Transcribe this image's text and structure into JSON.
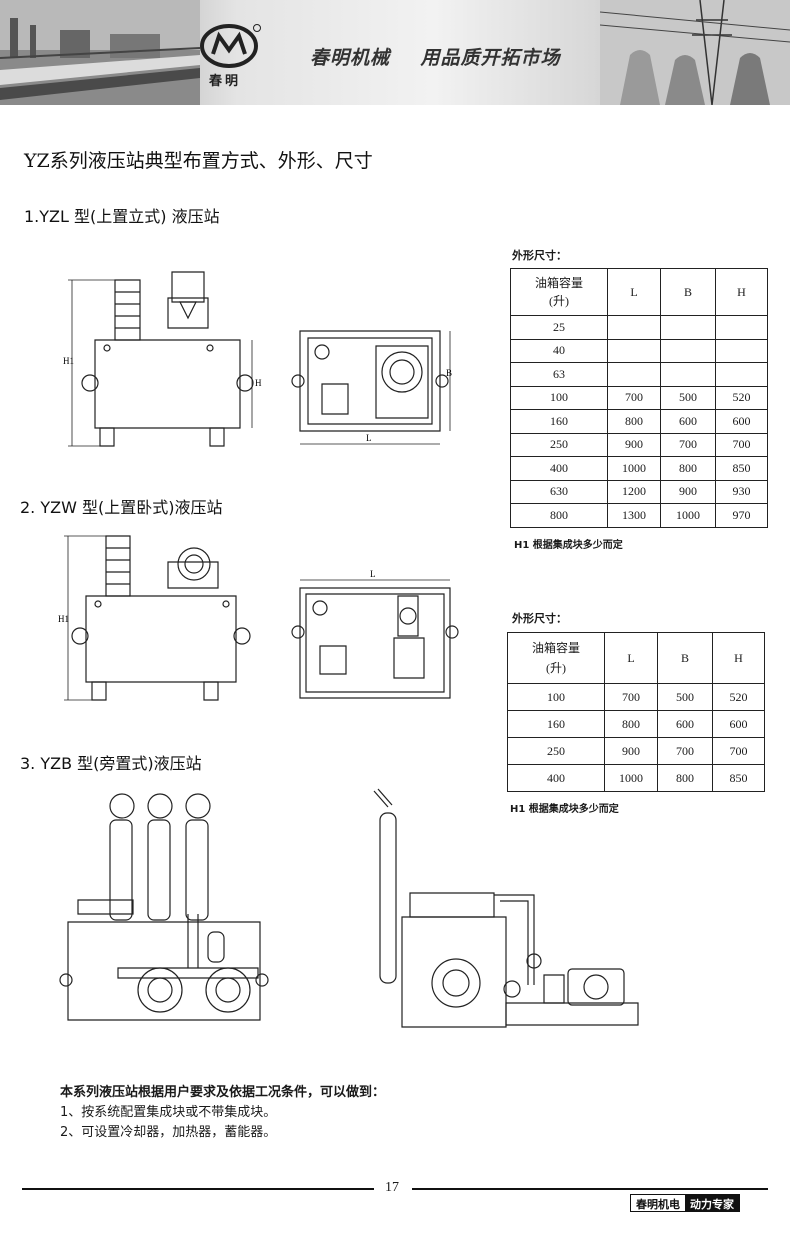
{
  "header": {
    "logo_text": "春明",
    "slogan": "春明机械    用品质开拓市场"
  },
  "title": "YZ系列液压站典型布置方式、外形、尺寸",
  "sections": [
    {
      "label": "1.YZL 型(上置立式)  液压站"
    },
    {
      "label": "2. YZW 型(上置卧式)液压站"
    },
    {
      "label": "3. YZB 型(旁置式)液压站"
    }
  ],
  "drawing_labels": {
    "h1": "H1",
    "h": "H",
    "l": "L",
    "b": "B"
  },
  "table1": {
    "caption": "外形尺寸：",
    "header": [
      "油箱容量\n(升)",
      "L",
      "B",
      "H"
    ],
    "rows": [
      [
        "25",
        "",
        "",
        ""
      ],
      [
        "40",
        "",
        "",
        ""
      ],
      [
        "63",
        "",
        "",
        ""
      ],
      [
        "100",
        "700",
        "500",
        "520"
      ],
      [
        "160",
        "800",
        "600",
        "600"
      ],
      [
        "250",
        "900",
        "700",
        "700"
      ],
      [
        "400",
        "1000",
        "800",
        "850"
      ],
      [
        "630",
        "1200",
        "900",
        "930"
      ],
      [
        "800",
        "1300",
        "1000",
        "970"
      ]
    ],
    "note": "H1 根据集成块多少而定"
  },
  "table2": {
    "caption": "外形尺寸：",
    "header": [
      "油箱容量\n(升)",
      "L",
      "B",
      "H"
    ],
    "rows": [
      [
        "100",
        "700",
        "500",
        "520"
      ],
      [
        "160",
        "800",
        "600",
        "600"
      ],
      [
        "250",
        "900",
        "700",
        "700"
      ],
      [
        "400",
        "1000",
        "800",
        "850"
      ]
    ],
    "note": "H1 根据集成块多少而定"
  },
  "bottom_notes": [
    "本系列液压站根据用户要求及依据工况条件，可以做到：",
    "1、按系统配置集成块或不带集成块。",
    "2、可设置冷却器，加热器，蓄能器。"
  ],
  "footer": {
    "page": "17",
    "brand": "春明机电",
    "tagline": "动力专家"
  }
}
